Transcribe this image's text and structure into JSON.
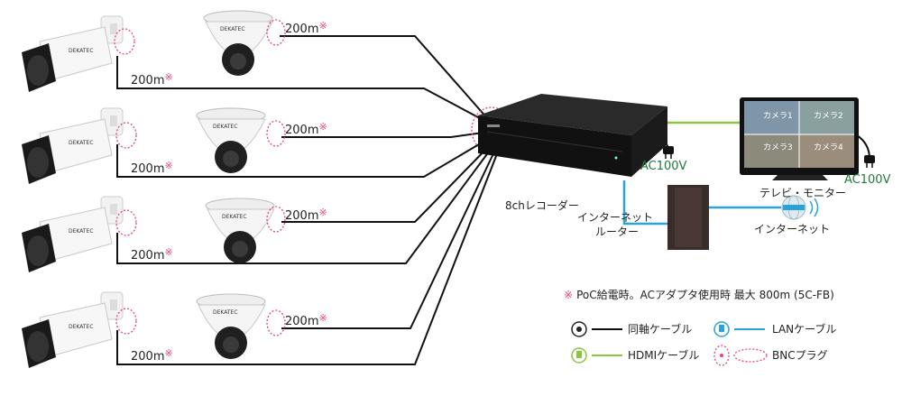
{
  "cables": {
    "distance": "200m",
    "mark": "※"
  },
  "devices": {
    "recorder": "8chレコーダー",
    "power": "AC100V",
    "monitor": "テレビ・モニター",
    "router_line1": "インターネット",
    "router_line2": "ルーター",
    "internet": "インターネット",
    "screen": [
      "カメラ1",
      "カメラ2",
      "カメラ3",
      "カメラ4"
    ]
  },
  "note": {
    "mark": "※",
    "text": "PoC給電時。ACアダプタ使用時 最大 800m (5C-FB)"
  },
  "legend": {
    "coax": "同軸ケーブル",
    "lan": "LANケーブル",
    "hdmi": "HDMIケーブル",
    "bnc": "BNCプラグ"
  },
  "brand": "DEKATEC",
  "colors": {
    "coax": "#111111",
    "hdmi": "#8cc63f",
    "lan": "#2aa3d9",
    "bnc_marker": "#e8437f",
    "power_label": "#1f7a3a"
  }
}
